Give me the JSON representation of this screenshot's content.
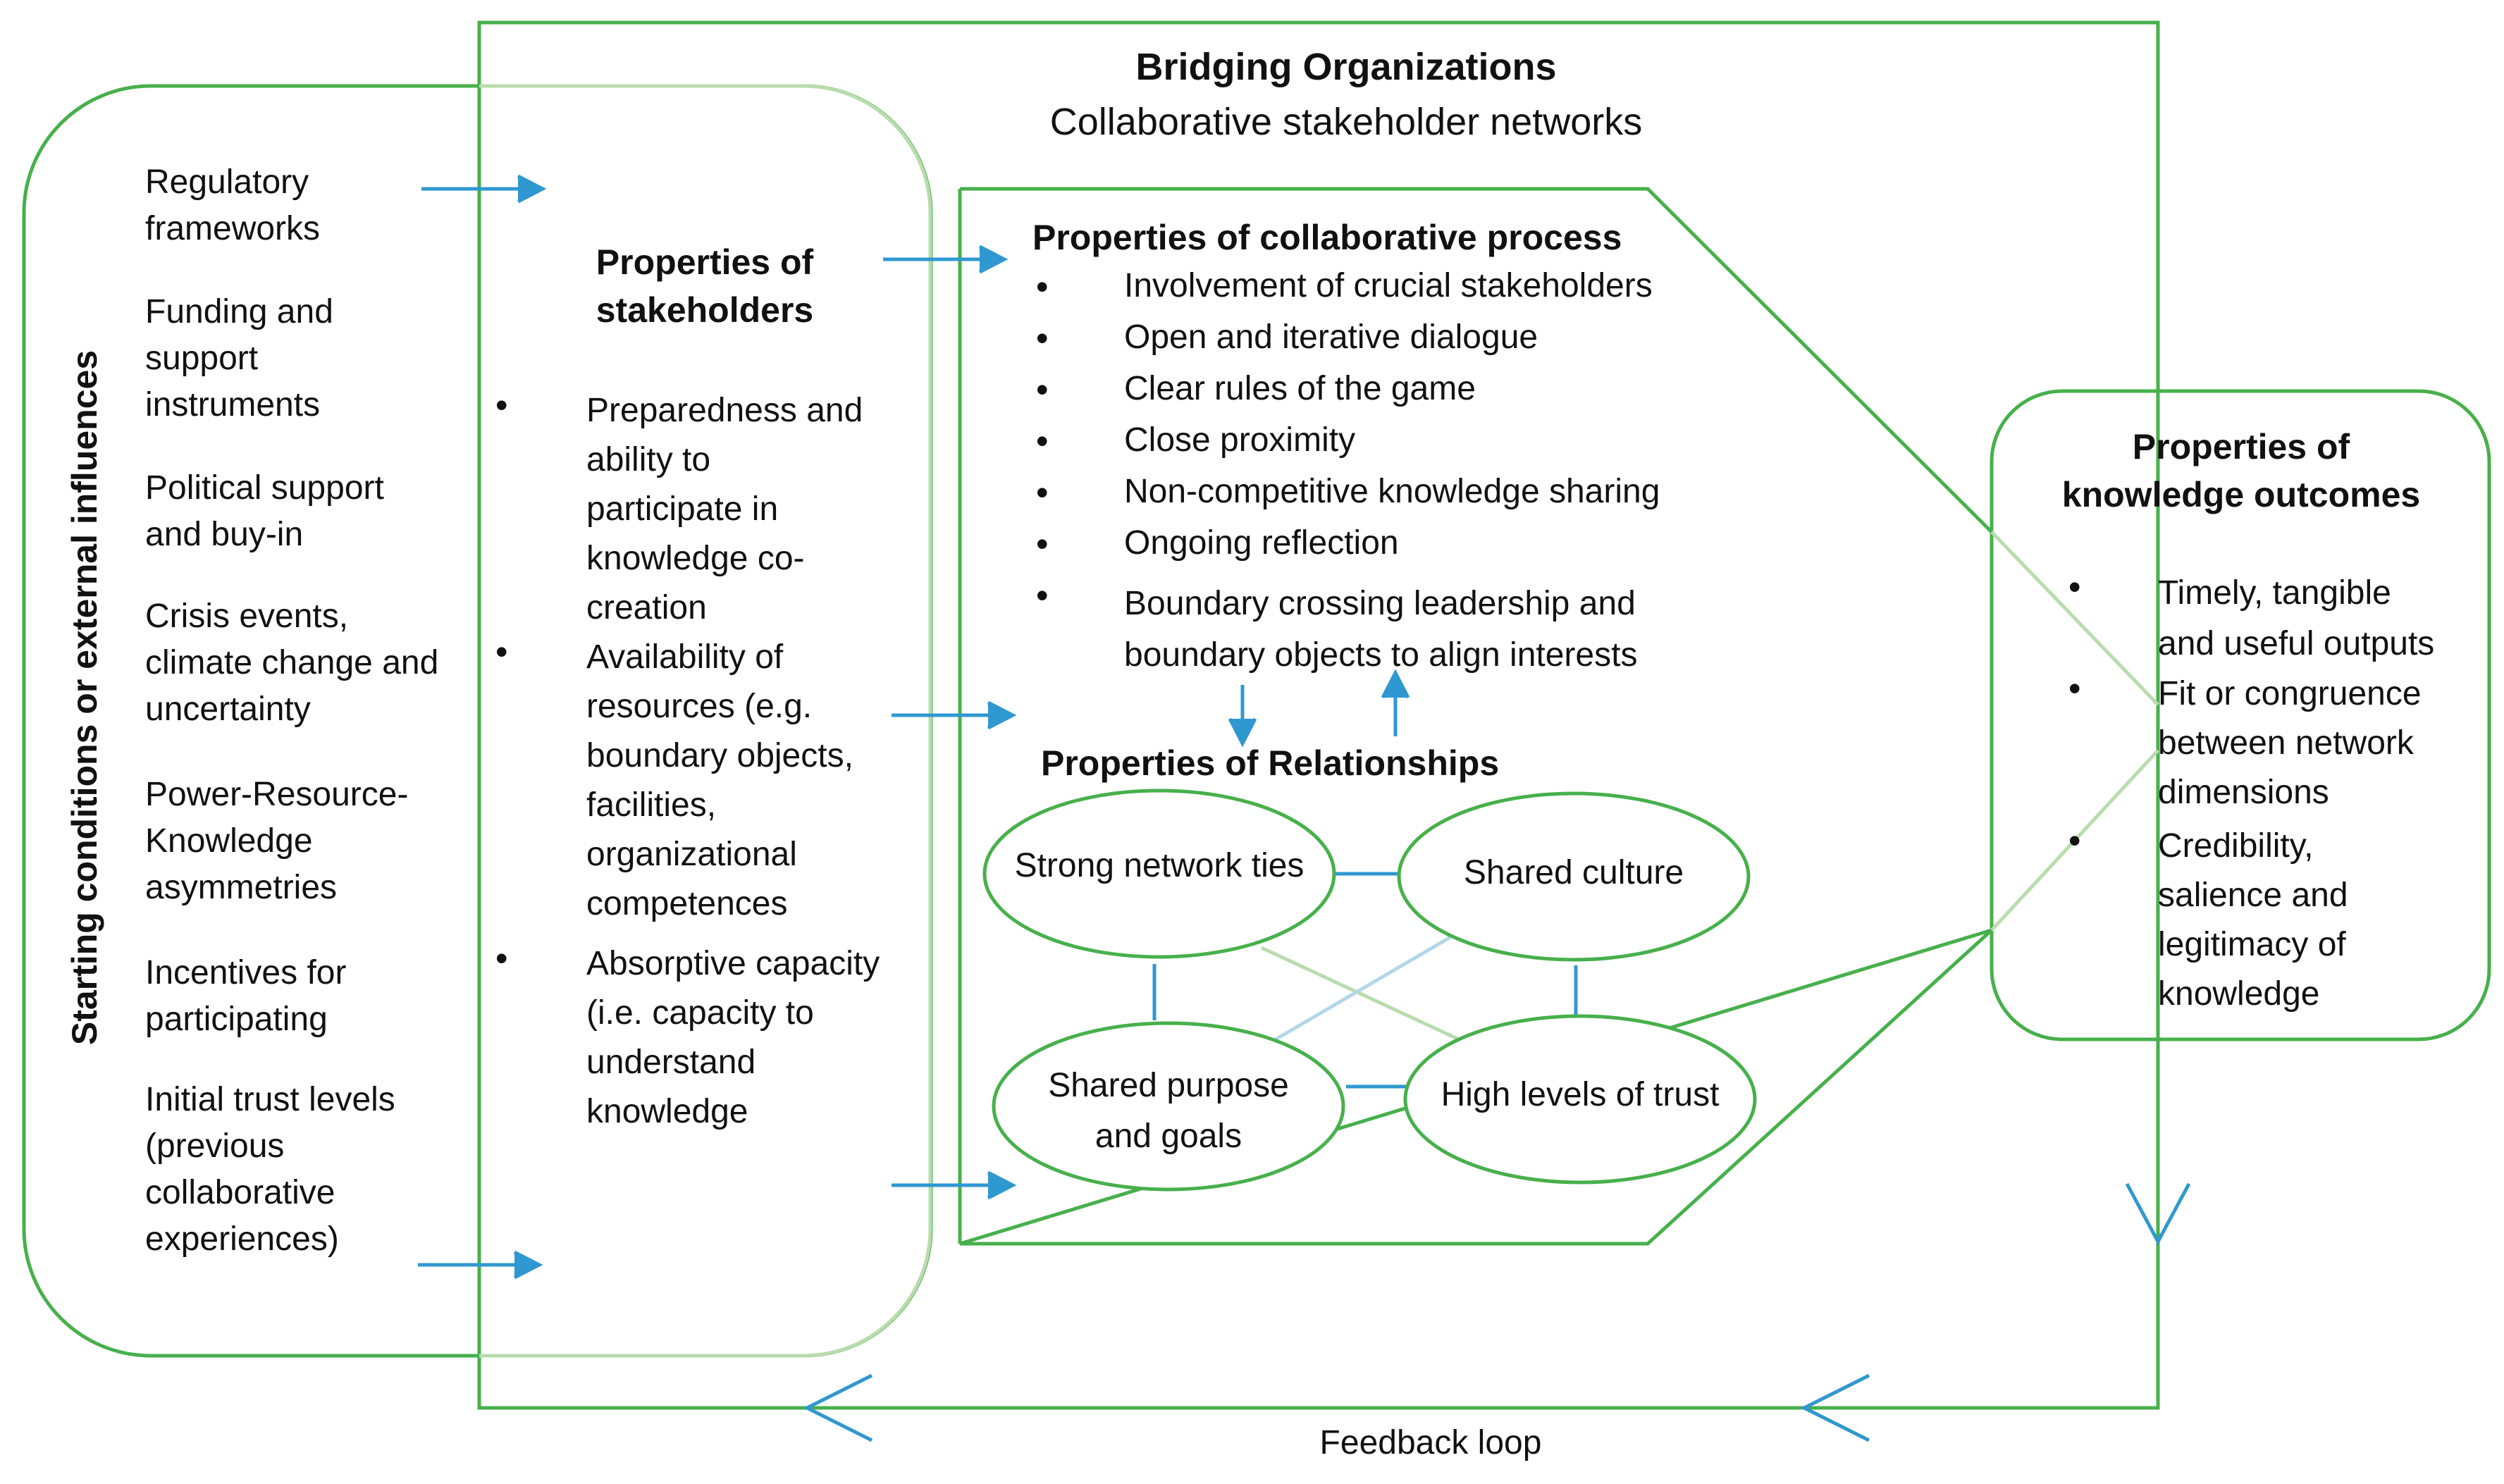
{
  "title": "Bridging Organizations",
  "subtitle": "Collaborative stakeholder networks",
  "starting_conditions": {
    "label": "Starting conditions or external influences",
    "items": [
      "Regulatory\nframeworks",
      "Funding and\nsupport\ninstruments",
      "Political support\nand buy-in",
      "Crisis events,\nclimate change and\nuncertainty",
      "Power-Resource-\nKnowledge\nasymmetries",
      "Incentives for\nparticipating",
      "Initial trust levels\n(previous\ncollaborative\nexperiences)"
    ]
  },
  "stakeholders": {
    "heading": "Properties of\nstakeholders",
    "items": [
      "Preparedness and\nability to\nparticipate in\nknowledge co-\ncreation",
      "Availability of\nresources (e.g.\nboundary objects,\nfacilities,\norganizational\ncompetences",
      "Absorptive capacity\n(i.e. capacity to\nunderstand\nknowledge"
    ]
  },
  "collaborative_process": {
    "heading": "Properties of collaborative process",
    "items": [
      "Involvement of crucial stakeholders",
      "Open and iterative dialogue",
      "Clear rules of the game",
      "Close proximity",
      "Non-competitive knowledge sharing",
      "Ongoing reflection",
      "Boundary crossing leadership and\nboundary objects to align interests"
    ]
  },
  "relationships": {
    "heading": "Properties of Relationships",
    "nodes": [
      {
        "id": "ties",
        "label": "Strong network ties"
      },
      {
        "id": "culture",
        "label": "Shared culture"
      },
      {
        "id": "purpose",
        "label": "Shared purpose\nand goals"
      },
      {
        "id": "trust",
        "label": "High levels of trust"
      }
    ]
  },
  "knowledge_outcomes": {
    "heading": "Properties of\nknowledge outcomes",
    "items": [
      "Timely, tangible\nand useful outputs",
      "Fit or congruence\nbetween network\ndimensions",
      "Credibility,\nsalience and\nlegitimacy of\nknowledge"
    ]
  },
  "feedback_label": "Feedback loop",
  "bullet_symbol": "•",
  "colors": {
    "frame_green": "#47b04b",
    "light_green": "#b9dcae",
    "arrow_blue": "#2f98d0",
    "light_blue": "#b3d6ea",
    "text": "#111111"
  }
}
